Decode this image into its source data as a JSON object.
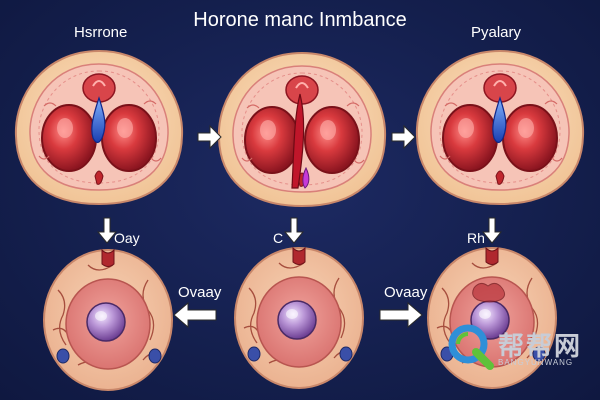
{
  "title": "Horone manc Inmbance",
  "labels": {
    "hormone": "Hsrrone",
    "pituitary": "Pyalary",
    "ovary_1": "Oay",
    "ovary_2": "Ovaay",
    "ovary_3": "Ovaay",
    "c": "C",
    "rh": "Rh"
  },
  "watermark": {
    "cn": "帮帮网",
    "en": "BANGYUNWANG"
  },
  "colors": {
    "background": "#141f4d",
    "organ_outer": "#f6d2a8",
    "organ_inner": "#f3a9a3",
    "chamber_red": "#c0262d",
    "blue_fluid": "#1e56d6",
    "ovary_pink": "#e8918c",
    "follicle_purple": "#b792d0",
    "arrow": "#ffffff"
  }
}
